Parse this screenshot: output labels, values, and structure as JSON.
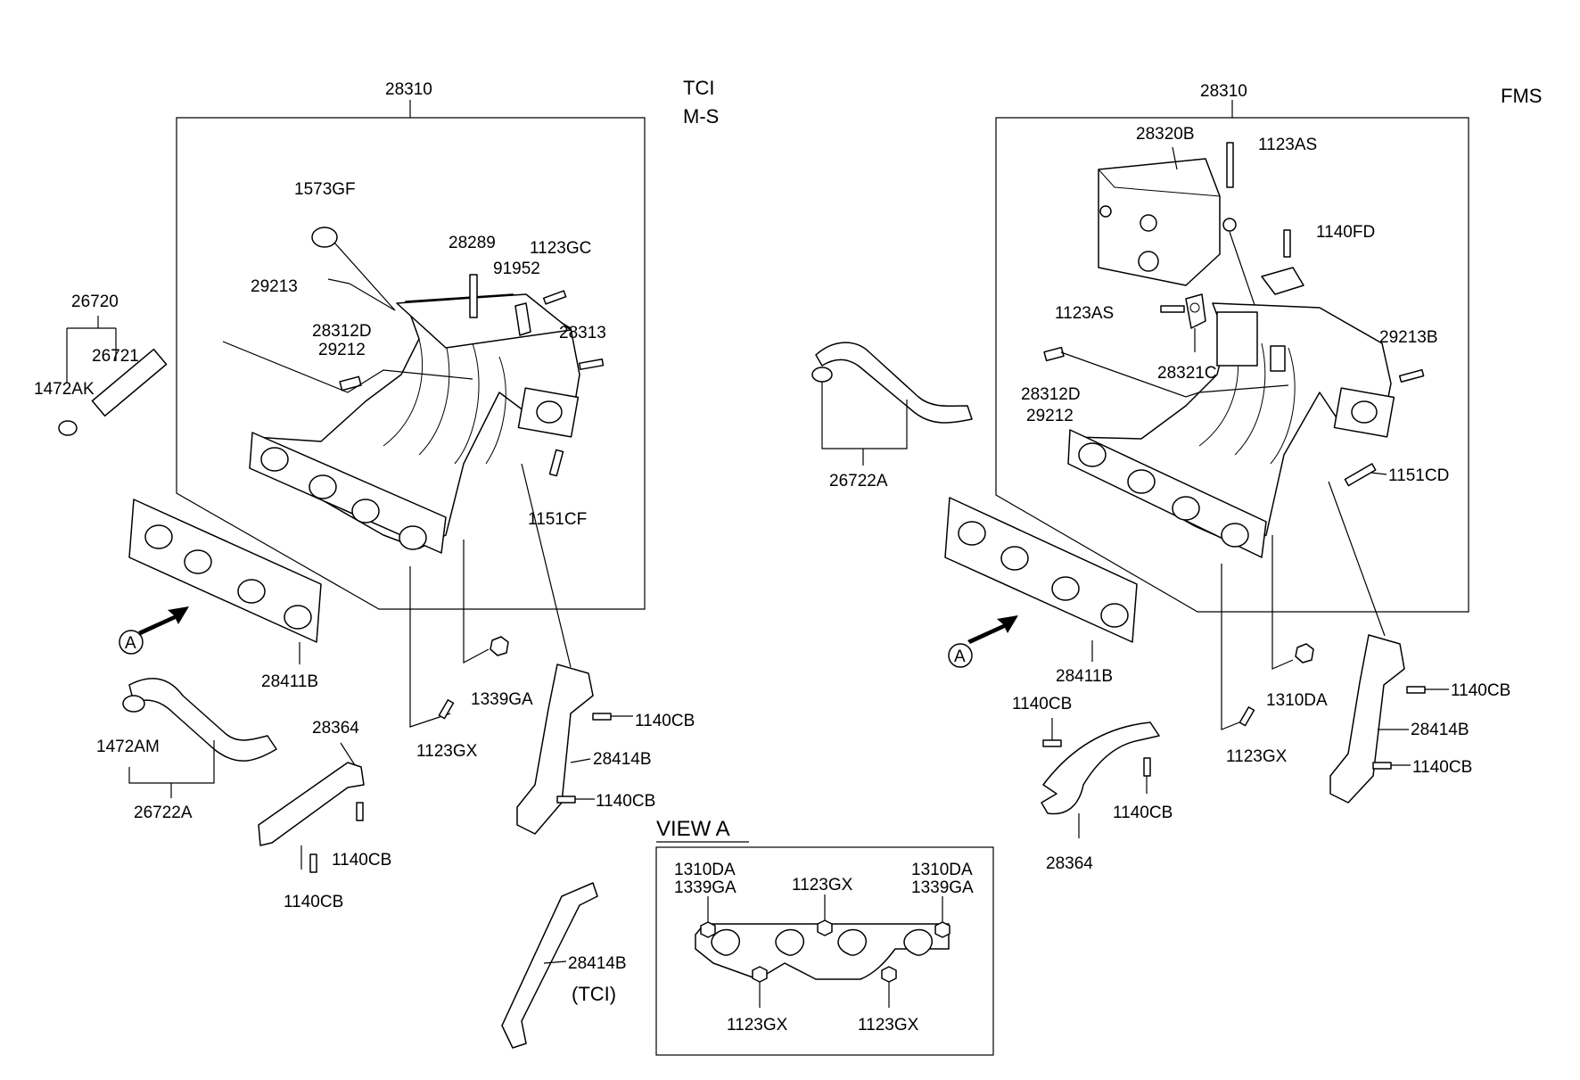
{
  "left_assembly": {
    "variant_line1": "TCI",
    "variant_line2": "M-S",
    "labels": {
      "manifold": "28310",
      "cap": "1573GF",
      "pin_29213": "29213",
      "stud_28289": "28289",
      "bracket_91952": "91952",
      "bolt_1123gc": "1123GC",
      "bolt_28313": "28313",
      "fitting_28312d": "28312D",
      "fitting_29212": "29212",
      "hose_assy": "26720",
      "hose": "26721",
      "clamp_1472ak": "1472AK",
      "stud_1151cf": "1151CF",
      "gasket": "28411B",
      "nut_1339ga": "1339GA",
      "bolt_1123gx": "1123GX",
      "bolt_1140cb_a": "1140CB",
      "stay": "28414B",
      "bolt_1140cb_b": "1140CB",
      "hose_assy_2": "26722A",
      "clamp_1472am": "1472AM",
      "bracket_28364": "28364",
      "bolt_1140cb_c": "1140CB",
      "bolt_1140cb_d": "1140CB",
      "stay_tci": "28414B",
      "stay_tci_note": "(TCI)"
    }
  },
  "right_assembly": {
    "variant": "FMS",
    "labels": {
      "manifold": "28310",
      "heat_protector": "28320B",
      "bolt_1123as_top": "1123AS",
      "bolt_1140fd": "1140FD",
      "bolt_1123as_side": "1123AS",
      "gasket_28321c": "28321C",
      "pin_29213b": "29213B",
      "fitting_28312d": "28312D",
      "fitting_29212": "29212",
      "stud_1151cd": "1151CD",
      "hose_assy": "26722A",
      "gasket": "28411B",
      "bolt_1140cb_a": "1140CB",
      "nut_1310da": "1310DA",
      "bolt_1140cb_b": "1140CB",
      "stay": "28414B",
      "bolt_1123gx": "1123GX",
      "bolt_1140cb_c": "1140CB",
      "bolt_1140cb_d": "1140CB",
      "bracket_28364": "28364"
    }
  },
  "view_a": {
    "title": "VIEW  A",
    "left_top_1": "1310DA",
    "left_top_2": "1339GA",
    "center_top": "1123GX",
    "right_top_1": "1310DA",
    "right_top_2": "1339GA",
    "bottom_left": "1123GX",
    "bottom_right": "1123GX"
  },
  "markers": {
    "view_marker_left": "A",
    "view_marker_right": "A"
  }
}
